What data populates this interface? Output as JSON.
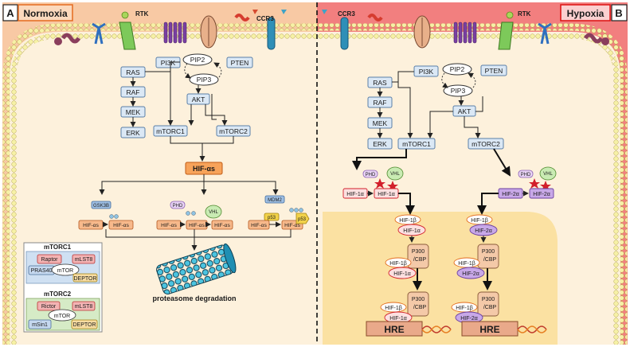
{
  "panels": {
    "left": {
      "letter": "A",
      "title": "Normoxia"
    },
    "right": {
      "letter": "B",
      "title": "Hypoxia"
    }
  },
  "membrane": {
    "rtk": "RTK",
    "ccr3": "CCR3"
  },
  "pathway": {
    "ras": "RAS",
    "raf": "RAF",
    "mek": "MEK",
    "erk": "ERK",
    "pi3k": "PI3K",
    "pip2": "PIP2",
    "pip3": "PIP3",
    "pten": "PTEN",
    "akt": "AKT",
    "mtorc1": "mTORC1",
    "mtorc2": "mTORC2"
  },
  "normoxia": {
    "hif_alphas": "HIF-αs",
    "gsk3b": "GSK3B",
    "phd": "PHD",
    "vhl": "VHL",
    "mdm2": "MDM2",
    "p53": "p53",
    "hif_as": "HIF-αs",
    "degradation": "proteasome degradation"
  },
  "complexes": {
    "mtorc1": {
      "title": "mTORC1",
      "raptor": "Raptor",
      "mlst8": "mLST8",
      "pras40": "PRAS40",
      "mtor": "mTOR",
      "deptor": "DEPTOR"
    },
    "mtorc2": {
      "title": "mTORC2",
      "rictor": "Rictor",
      "mlst8": "mLST8",
      "msin1": "mSin1",
      "mtor": "mTOR",
      "deptor": "DEPTOR"
    }
  },
  "hypoxia": {
    "phd": "PHD",
    "vhl": "VHL",
    "hif1a": "HIF-1α",
    "hif2a": "HIF-2α",
    "hif1b": "HIF-1β",
    "p300": "P300",
    "cbp": "/CBP",
    "hre": "HRE"
  },
  "colors": {
    "left_bg": "#f8c9a4",
    "right_bg": "#f27f7f",
    "cytoplasm": "#fdf1dc",
    "nucleus": "#fbe1a2",
    "box_fill": "#dbe8f5",
    "hif_fill": "#f7b98b",
    "hif2_fill": "#c8a8e8",
    "hre_fill": "#e9a98a"
  }
}
